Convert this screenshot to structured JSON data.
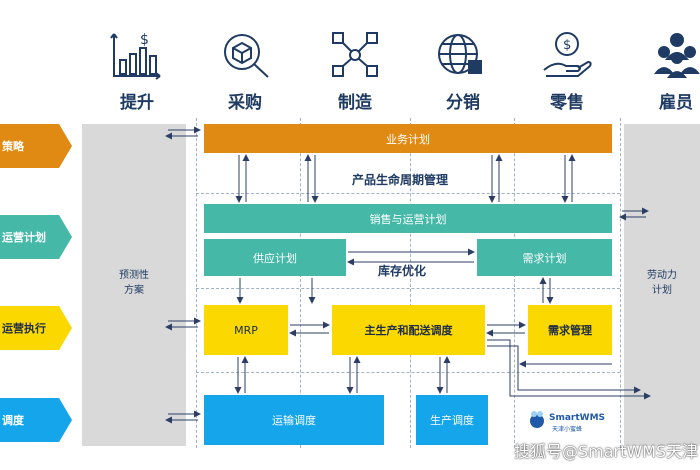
{
  "columns": [
    "提升",
    "采购",
    "制造",
    "分销",
    "零售",
    "雇员"
  ],
  "left_rows": [
    "策略",
    "运营计划",
    "运营执行",
    "调度"
  ],
  "left_panel_text": [
    "预测性",
    "方案"
  ],
  "right_panel_text": [
    "劳动力",
    "计划"
  ],
  "boxes": {
    "business_plan": "业务计划",
    "plm": "产品生命周期管理",
    "sop": "销售与运营计划",
    "supply_plan": "供应计划",
    "inventory_opt": "库存优化",
    "demand_plan": "需求计划",
    "mrp": "MRP",
    "mps": "主生产和配送调度",
    "demand_mgmt": "需求管理",
    "transport": "运输调度",
    "prod_sched": "生产调度"
  },
  "logo": {
    "name": "SmartWMS",
    "sub": "天津小蜜蜂"
  },
  "watermark": "搜狐号@SmartWMS天津",
  "colors": {
    "orange": "#e08a14",
    "teal": "#45b8a8",
    "yellow": "#fad800",
    "blue": "#14a5ea",
    "navy": "#1f3b63",
    "gray": "#d9d9d9"
  },
  "icons": [
    "growth-chart-icon",
    "package-search-icon",
    "network-icon",
    "globe-store-icon",
    "coin-hand-icon",
    "team-icon"
  ]
}
